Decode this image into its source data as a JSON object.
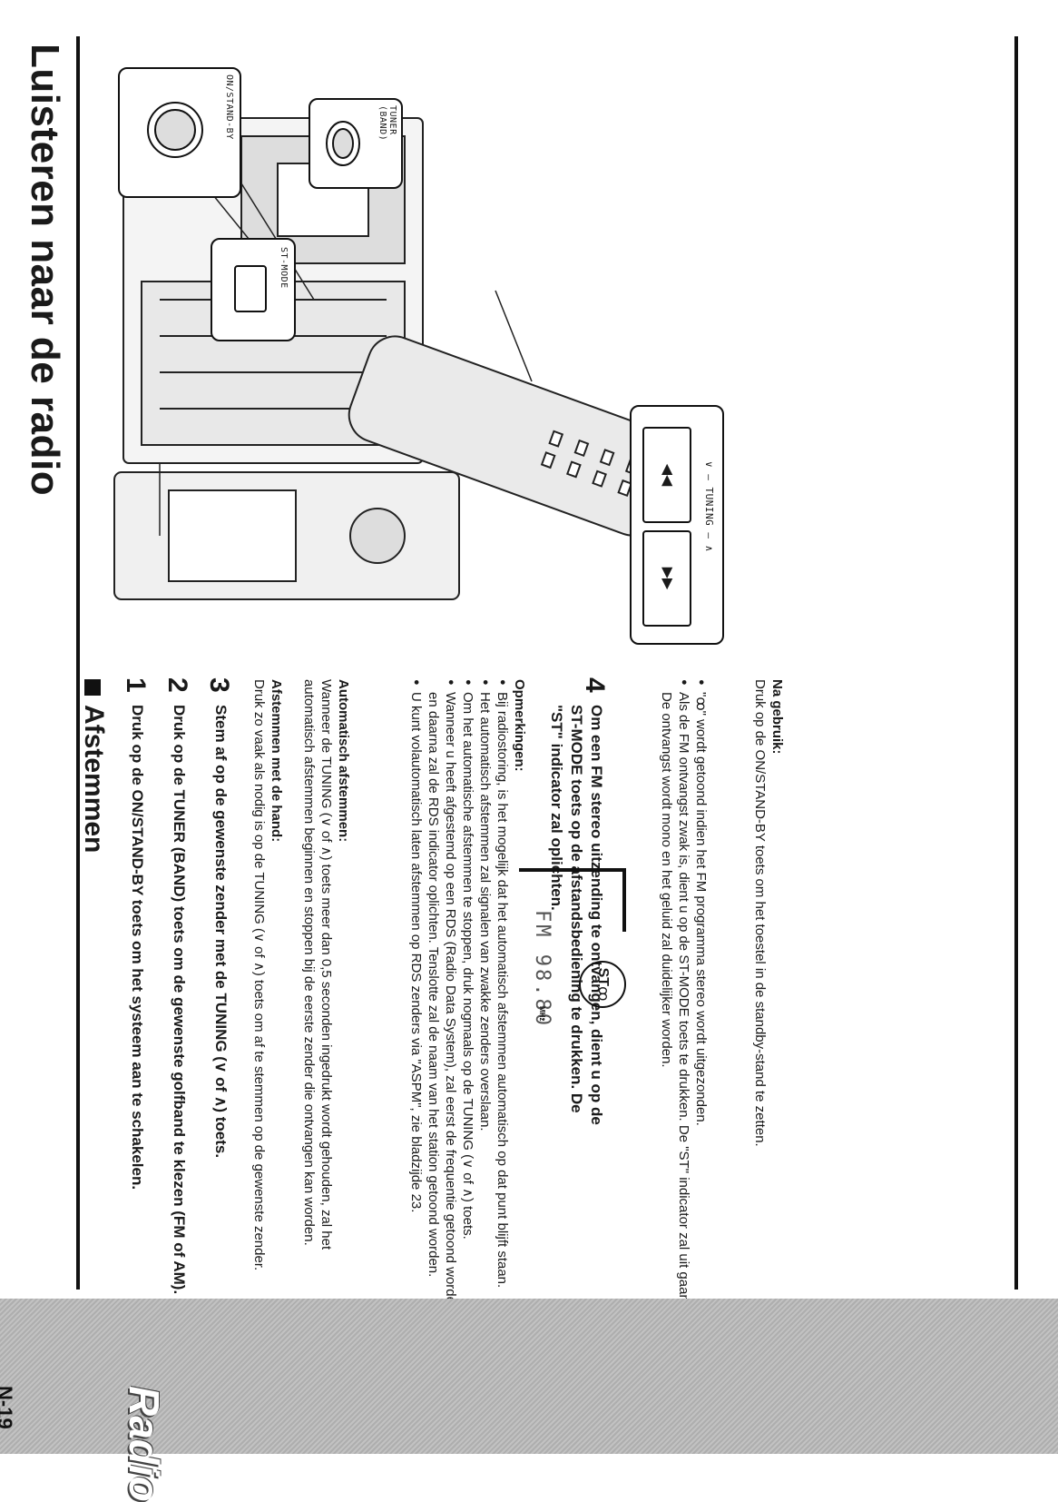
{
  "page": {
    "title": "Luisteren naar de radio",
    "section_label": "Radio",
    "page_number": "N-19"
  },
  "illustration": {
    "labels": {
      "on_standby": "ON/STAND-BY",
      "tuner_band": "TUNER\n(BAND)",
      "st_mode": "ST-MODE",
      "tuning": "∨ — TUNING — ∧"
    }
  },
  "section": {
    "title": "Afstemmen",
    "steps": [
      {
        "num": "1",
        "text": "Druk op de ON/STAND-BY toets om het systeem aan te schakelen."
      },
      {
        "num": "2",
        "text": "Druk op de TUNER (BAND) toets om de gewenste golfband te klezen (FM of AM)."
      },
      {
        "num": "3",
        "text": "Stem af op de gewenste zender met de TUNING (∨ of ∧) toets."
      }
    ],
    "manual": {
      "heading": "Afstemmen met de hand:",
      "text": "Druk zo vaak als nodig is op de TUNING (∨ of ∧) toets om af te stemmen op de gewenste zender."
    },
    "auto": {
      "heading": "Automatisch afstemmen:",
      "text": "Wanneer de TUNING (∨ of ∧) toets meer dan 0,5 seconden ingedrukt wordt gehouden, zal het automatisch afstemmen beginnen en stoppen bij de eerste zender die ontvangen kan worden."
    },
    "notes": {
      "heading": "Opmerkingen:",
      "items": [
        "Bij radiostoring, is het mogelijk dat het automatisch afstemmen automatisch op dat punt blijft staan.",
        "Het automatisch afstemmen zal signalen van zwakke zenders overslaan.",
        "Om het automatische afstemmen te stoppen, druk nogmaals op de TUNING (∨ of ∧) toets.",
        "Wanneer u heeft afgestemd op een RDS (Radio Data System), zal eerst de frequentie getoond worden en daarna zal de RDS indicator oplichten. Tenslotte zal de naam van het station getoond worden.",
        "U kunt volautomatisch laten afstemmen op RDS zenders via \"ASPM\", zie bladzijde 23."
      ]
    },
    "step4": {
      "num": "4",
      "text": "Om een FM stereo uitzending te ontvangen, dient u op de ST-MODE toets op de afstandsbediening te drukken. De \"ST\" indicator zal oplichten."
    },
    "step4_notes": [
      "\"ꝏ\" wordt getoond indien het FM programma stereo wordt uitgezonden.",
      "Als de FM ontvangst zwak is, dient u op de ST-MODE toets te drukken. De \"ST\" indicator zal uit gaan. De ontvangst wordt mono en het geluid zal duidelijker worden."
    ],
    "display": {
      "readout": "FM 98.80",
      "unit": "MHz",
      "st_badge": "ST"
    },
    "after_use": {
      "heading": "Na gebruik:",
      "text": "Druk op de ON/STAND-BY toets om het toestel in de standby-stand te zetten."
    }
  }
}
